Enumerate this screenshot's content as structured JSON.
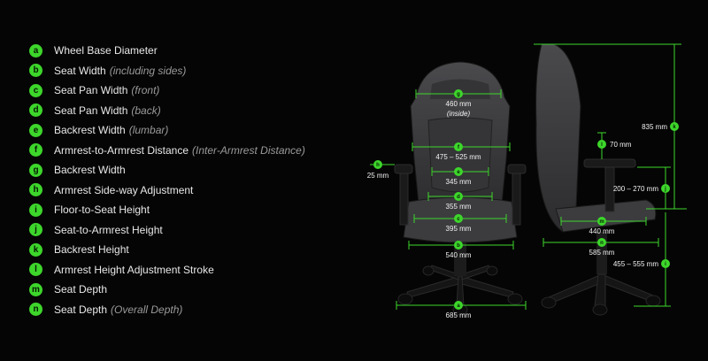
{
  "colors": {
    "accent": "#3dd62b",
    "background": "#050505",
    "chair": "#3a3a3c"
  },
  "legend": [
    {
      "key": "a",
      "label": "Wheel Base Diameter",
      "note": ""
    },
    {
      "key": "b",
      "label": "Seat Width",
      "note": "(including sides)"
    },
    {
      "key": "c",
      "label": "Seat Pan Width",
      "note": "(front)"
    },
    {
      "key": "d",
      "label": "Seat Pan Width",
      "note": "(back)"
    },
    {
      "key": "e",
      "label": "Backrest Width",
      "note": "(lumbar)"
    },
    {
      "key": "f",
      "label": "Armrest-to-Armrest Distance",
      "note": "(Inter-Armrest Distance)"
    },
    {
      "key": "g",
      "label": "Backrest Width",
      "note": ""
    },
    {
      "key": "h",
      "label": "Armrest Side-way Adjustment",
      "note": ""
    },
    {
      "key": "i",
      "label": "Floor-to-Seat Height",
      "note": ""
    },
    {
      "key": "j",
      "label": "Seat-to-Armrest Height",
      "note": ""
    },
    {
      "key": "k",
      "label": "Backrest Height",
      "note": ""
    },
    {
      "key": "l",
      "label": "Armrest Height Adjustment Stroke",
      "note": ""
    },
    {
      "key": "m",
      "label": "Seat Depth",
      "note": ""
    },
    {
      "key": "n",
      "label": "Seat Depth",
      "note": "(Overall Depth)"
    }
  ],
  "front": {
    "g": {
      "key": "g",
      "value": "460 mm",
      "sub": "(inside)"
    },
    "f": {
      "key": "f",
      "value": "475 – 525 mm"
    },
    "e": {
      "key": "e",
      "value": "345 mm"
    },
    "d": {
      "key": "d",
      "value": "355 mm"
    },
    "c": {
      "key": "c",
      "value": "395 mm"
    },
    "b": {
      "key": "b",
      "value": "540 mm"
    },
    "a": {
      "key": "a",
      "value": "685 mm"
    },
    "h": {
      "key": "h",
      "value": "25 mm"
    }
  },
  "side": {
    "k": {
      "key": "k",
      "value": "835 mm"
    },
    "l": {
      "key": "l",
      "value": "70 mm"
    },
    "j": {
      "key": "j",
      "value": "200 – 270 mm"
    },
    "m": {
      "key": "m",
      "value": "440 mm"
    },
    "n": {
      "key": "n",
      "value": "585 mm"
    },
    "i": {
      "key": "i",
      "value": "455 – 555 mm"
    }
  }
}
